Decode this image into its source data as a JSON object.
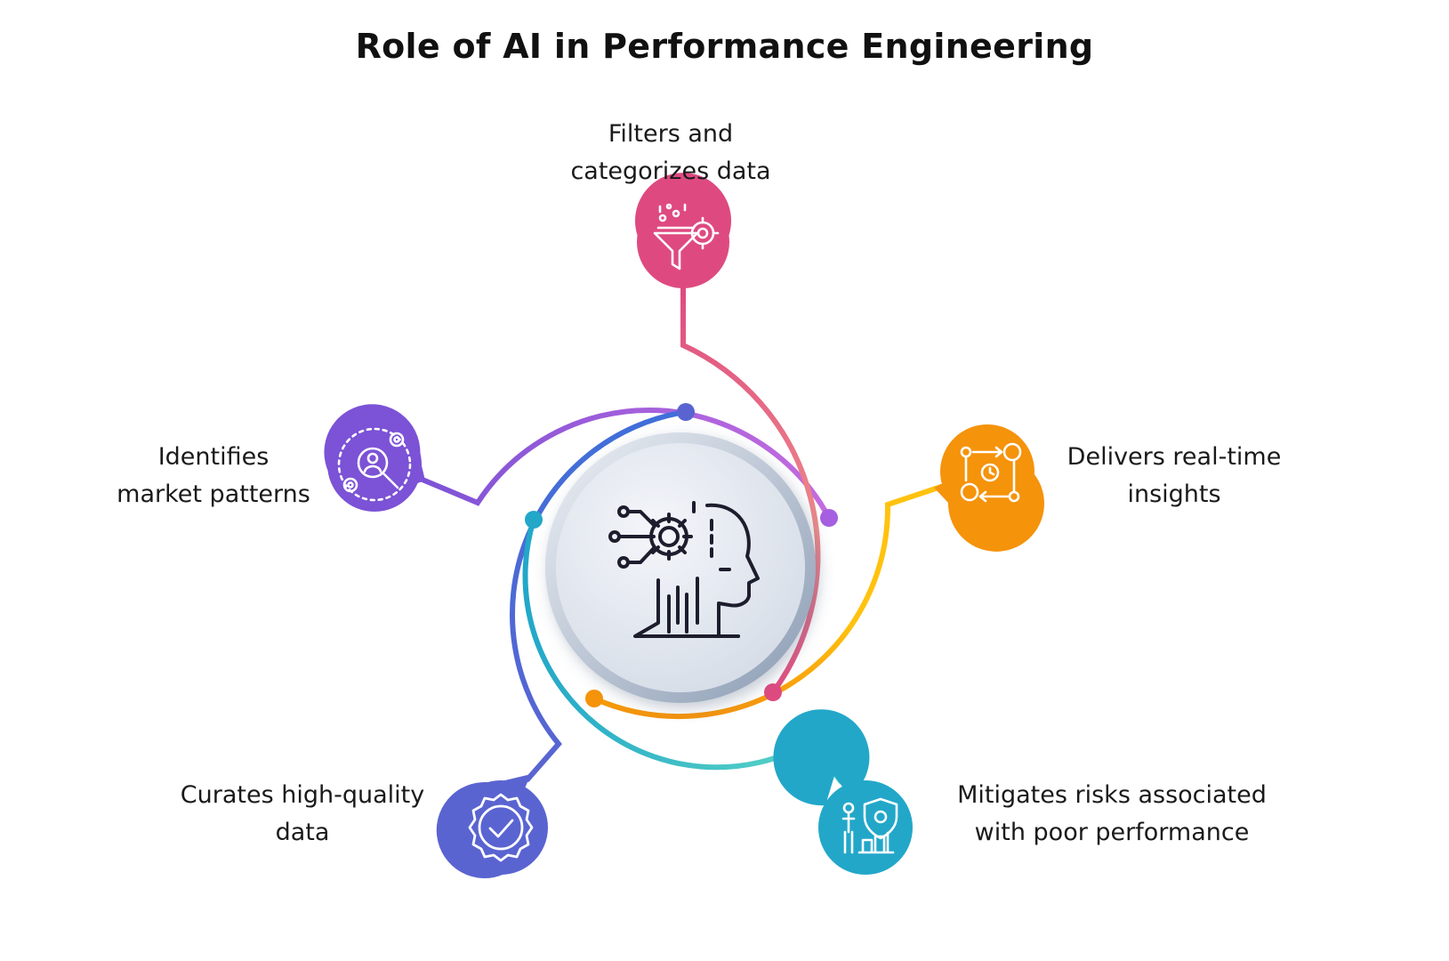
{
  "title": "Role of AI in Performance Engineering",
  "items": [
    {
      "id": "filters",
      "lines": [
        "Filters and",
        "categorizes data"
      ],
      "color": "#de4a80",
      "icon": "funnel-gear-icon"
    },
    {
      "id": "delivers",
      "lines": [
        "Delivers real-time",
        "insights"
      ],
      "color": "#f5930b",
      "icon": "realtime-exchange-icon"
    },
    {
      "id": "mitigates",
      "lines": [
        "Mitigates risks associated",
        "with poor performance"
      ],
      "color": "#22a7c9",
      "icon": "risk-shield-chart-icon"
    },
    {
      "id": "curates",
      "lines": [
        "Curates high-quality",
        "data"
      ],
      "color": "#5a64d1",
      "icon": "quality-badge-icon"
    },
    {
      "id": "identifies",
      "lines": [
        "Identifies",
        "market patterns"
      ],
      "color": "#7c52d6",
      "icon": "pattern-search-icon"
    }
  ],
  "center": {
    "icon": "ai-head-gear-icon"
  }
}
